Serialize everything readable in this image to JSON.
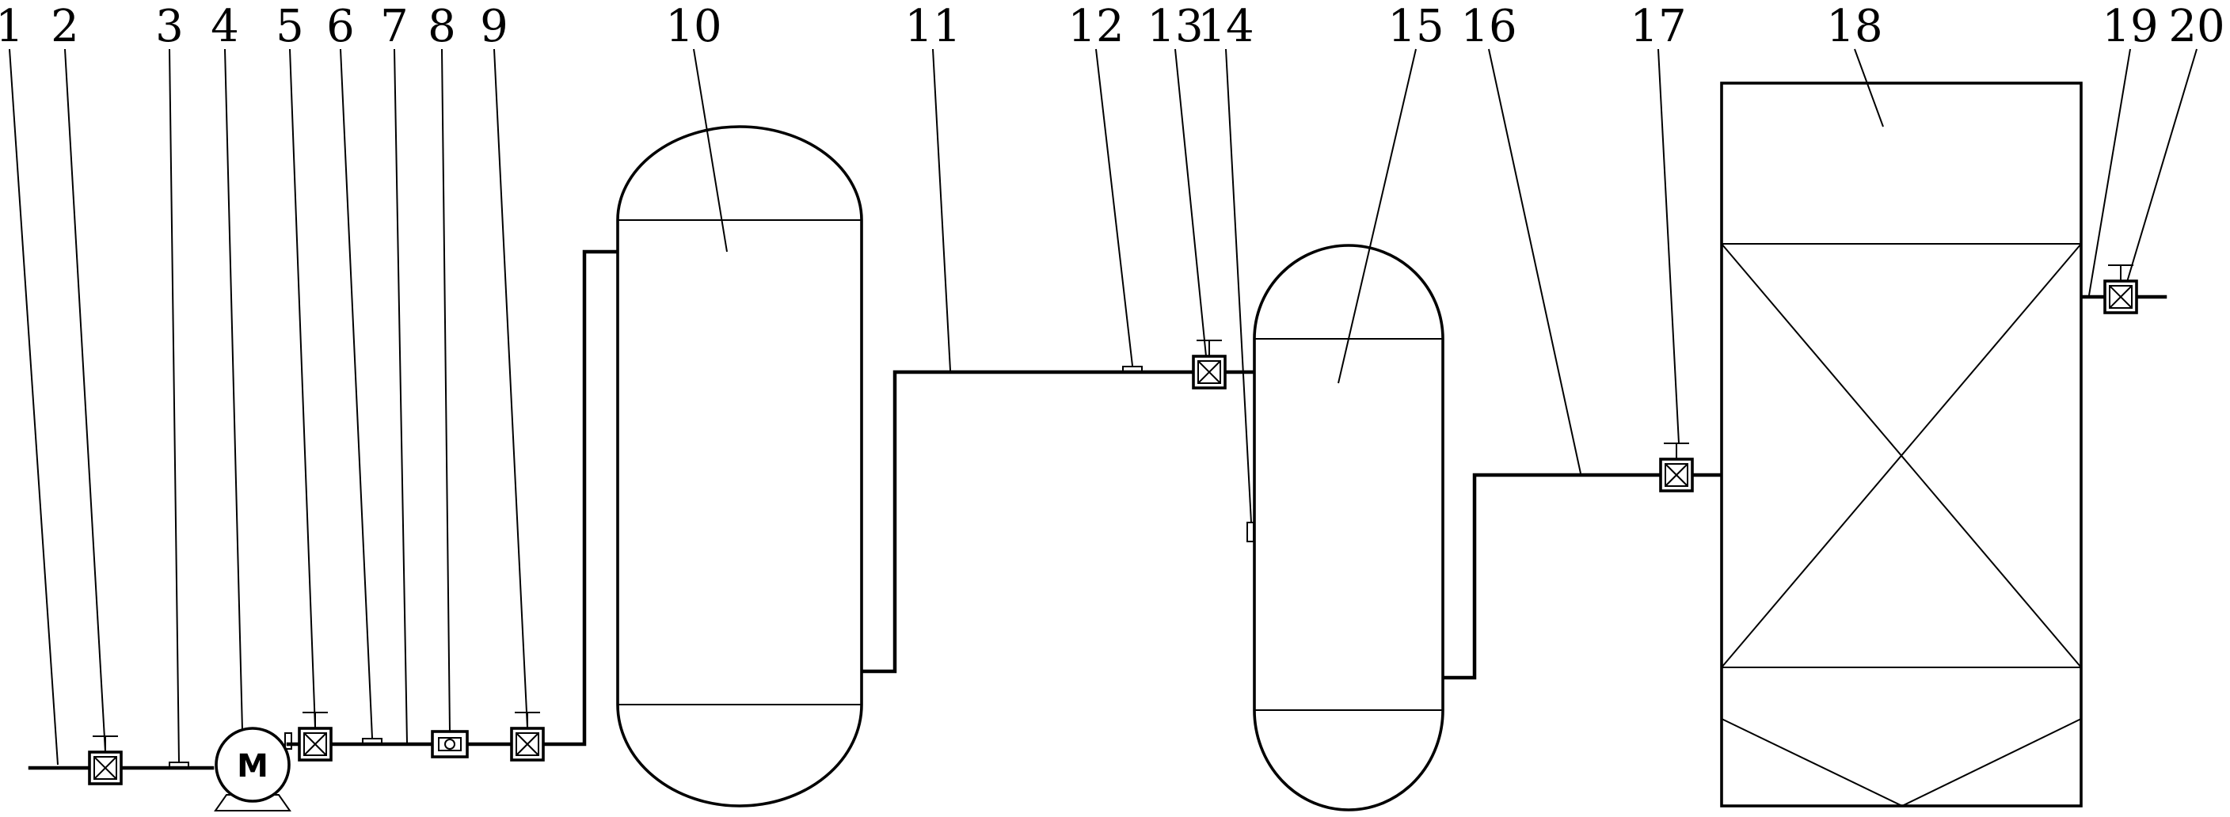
{
  "callouts": [
    "1",
    "2",
    "3",
    "4",
    "5",
    "6",
    "7",
    "8",
    "9",
    "10",
    "11",
    "12",
    "13",
    "14",
    "15",
    "16",
    "17",
    "18",
    "19",
    "20"
  ],
  "motor_symbol": "M"
}
